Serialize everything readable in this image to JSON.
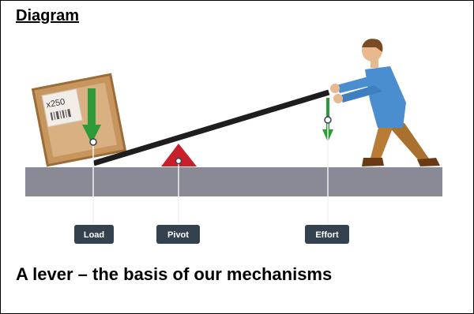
{
  "heading": "Diagram",
  "caption": "A lever – the basis of our mechanisms",
  "labels": {
    "load": "Load",
    "pivot": "Pivot",
    "effort": "Effort"
  },
  "crate": {
    "quantity": "x250"
  },
  "colors": {
    "ground": "#8a8a96",
    "pivot": "#c8202a",
    "arrow": "#2e9a3a",
    "crate": "#c7965f",
    "label_box": "#34414f",
    "beam": "#1e1e1e"
  }
}
